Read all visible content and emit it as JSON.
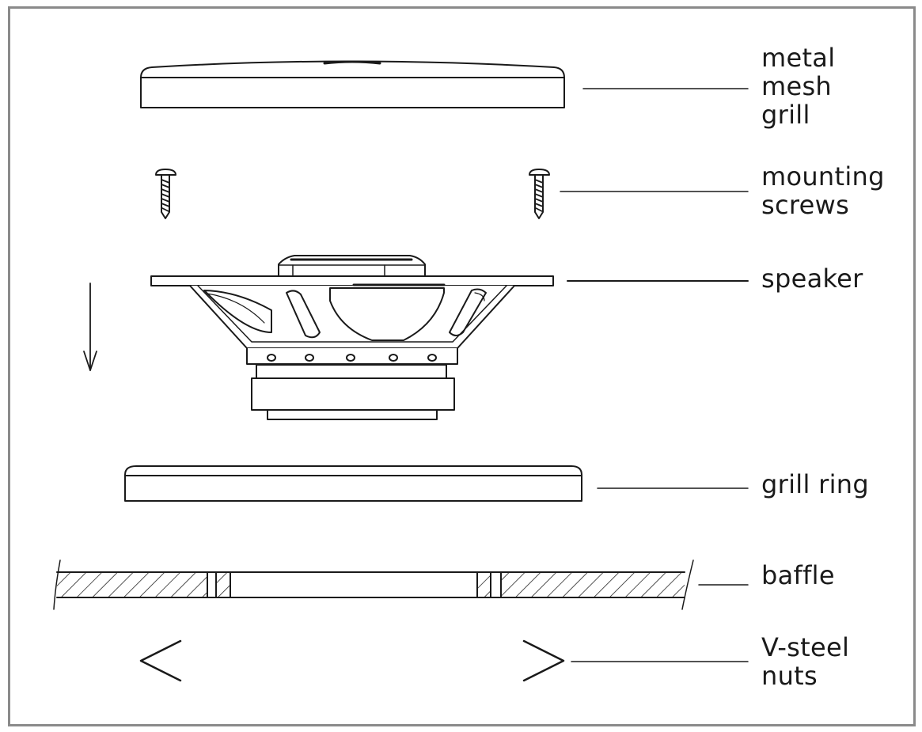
{
  "labels": {
    "grill": [
      "metal",
      "mesh",
      "grill"
    ],
    "screws": [
      "mounting",
      "screws"
    ],
    "speaker": [
      "speaker"
    ],
    "grill_ring": [
      "grill ring"
    ],
    "baffle": [
      "baffle"
    ],
    "nuts": [
      "V-steel",
      "nuts"
    ]
  },
  "colors": {
    "line": "#1a1a1a",
    "frame": "#8a8a8a",
    "background": "#ffffff"
  }
}
